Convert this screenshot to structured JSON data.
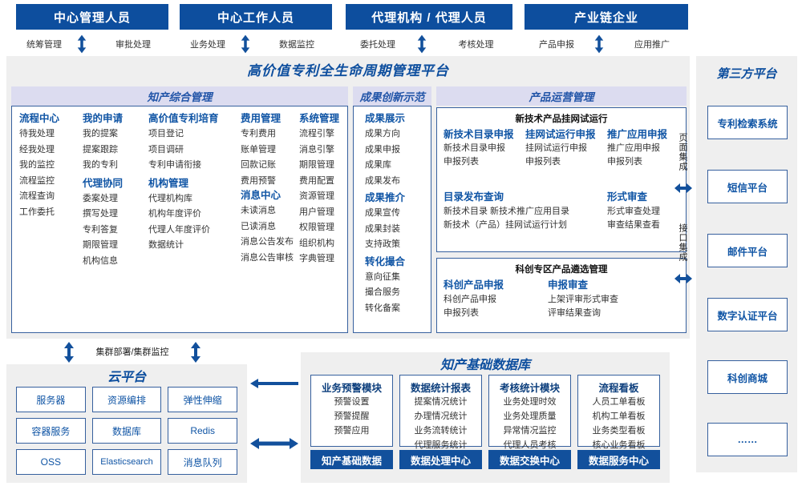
{
  "colors": {
    "brand_blue": "#0d4e9e",
    "header_blue": "#12509c",
    "panel_gray": "#efefef",
    "group_head_lavender": "#dcdcf0",
    "border_blue": "#36609e",
    "heading_blue": "#1055a5"
  },
  "roles": [
    {
      "title": "中心管理人员",
      "left": "统筹管理",
      "right": "审批处理"
    },
    {
      "title": "中心工作人员",
      "left": "业务处理",
      "right": "数据监控"
    },
    {
      "title": "代理机构 / 代理人员",
      "left": "委托处理",
      "right": "考核处理"
    },
    {
      "title": "产业链企业",
      "left": "产品申报",
      "right": "应用推广"
    }
  ],
  "platform": {
    "title": "高价值专利全生命周期管理平台",
    "groups": {
      "ip_management": {
        "title": "知产综合管理",
        "columns": [
          {
            "blocks": [
              {
                "head": "流程中心",
                "items": [
                  "待我处理",
                  "经我处理",
                  "我的监控",
                  "流程监控",
                  "流程查询",
                  "工作委托"
                ]
              }
            ]
          },
          {
            "blocks": [
              {
                "head": "我的申请",
                "items": [
                  "我的提案",
                  "提案跟踪",
                  "我的专利"
                ]
              },
              {
                "head": "代理协同",
                "items": [
                  "委案处理",
                  "撰写处理",
                  "专利答复",
                  "期限管理",
                  "机构信息"
                ]
              }
            ]
          },
          {
            "blocks": [
              {
                "head": "高价值专利培育",
                "items": [
                  "项目登记",
                  "项目调研",
                  "专利申请衔接"
                ]
              },
              {
                "head": "机构管理",
                "items": [
                  "代理机构库",
                  "机构年度评价",
                  "代理人年度评价",
                  "数据统计"
                ]
              }
            ]
          },
          {
            "blocks": [
              {
                "head": "费用管理",
                "items": [
                  "专利费用",
                  "账单管理",
                  "回款记账",
                  "费用预警"
                ]
              },
              {
                "head": "消息中心",
                "items": [
                  "未读消息",
                  "已读消息",
                  "消息公告发布",
                  "消息公告审核"
                ]
              }
            ]
          },
          {
            "blocks": [
              {
                "head": "系统管理",
                "items": [
                  "流程引擎",
                  "消息引擎",
                  "期限管理",
                  "费用配置",
                  "资源管理",
                  "用户管理",
                  "权限管理",
                  "组织机构",
                  "字典管理"
                ]
              }
            ]
          }
        ]
      },
      "achievement": {
        "title": "成果创新示范",
        "blocks": [
          {
            "head": "成果展示",
            "items": [
              "成果方向",
              "成果申报",
              "成果库",
              "成果发布"
            ]
          },
          {
            "head": "成果推介",
            "items": [
              "成果宣传",
              "成果封装",
              "支持政策"
            ]
          },
          {
            "head": "转化撮合",
            "items": [
              "意向征集",
              "撮合服务",
              "转化备案"
            ]
          }
        ]
      },
      "product_ops": {
        "title": "产品运营管理",
        "box1": {
          "title": "新技术产品挂网试运行",
          "columns": [
            {
              "head": "新技术目录申报",
              "items": [
                "新技术目录申报",
                "申报列表"
              ]
            },
            {
              "head": "挂网试运行申报",
              "items": [
                "挂网试运行申报",
                "申报列表"
              ]
            },
            {
              "head": "推广应用申报",
              "items": [
                "推广应用申报",
                "申报列表"
              ]
            }
          ],
          "row2": [
            {
              "head": "目录发布查询",
              "items": [
                "新技术目录    新技术推广应用目录",
                "新技术（产品）挂网试运行计划"
              ]
            },
            {
              "head": "形式审查",
              "items": [
                "形式审查处理",
                "审查结果查看"
              ]
            }
          ]
        },
        "box2": {
          "title": "科创专区产品遴选管理",
          "columns": [
            {
              "head": "科创产品申报",
              "items": [
                "科创产品申报",
                "申报列表"
              ]
            },
            {
              "head": "申报审查",
              "items": [
                "上架评审形式审查",
                "评审结果查询"
              ]
            }
          ]
        }
      }
    }
  },
  "third_party": {
    "title": "第三方平台",
    "integration_labels": [
      "页面集成",
      "接口集成"
    ],
    "cards": [
      "专利检索系统",
      "短信平台",
      "邮件平台",
      "数字认证平台",
      "科创商城",
      "……"
    ]
  },
  "cloud": {
    "link_label": "集群部署/集群监控",
    "title": "云平台",
    "cells": [
      "服务器",
      "资源编排",
      "弹性伸缩",
      "容器服务",
      "数据库",
      "Redis",
      "OSS",
      "Elasticsearch",
      "消息队列"
    ]
  },
  "database": {
    "title": "知产基础数据库",
    "cards": [
      {
        "head": "业务预警模块",
        "items": [
          "预警设置",
          "预警提醒",
          "预警应用"
        ],
        "foot": "知产基础数据"
      },
      {
        "head": "数据统计报表",
        "items": [
          "提案情况统计",
          "办理情况统计",
          "业务流转统计",
          "代理服务统计"
        ],
        "foot": "数据处理中心"
      },
      {
        "head": "考核统计模块",
        "items": [
          "业务处理时效",
          "业务处理质量",
          "异常情况监控",
          "代理人员考核"
        ],
        "foot": "数据交换中心"
      },
      {
        "head": "流程看板",
        "items": [
          "人员工单看板",
          "机构工单看板",
          "业务类型看板",
          "核心业务看板"
        ],
        "foot": "数据服务中心"
      }
    ]
  }
}
